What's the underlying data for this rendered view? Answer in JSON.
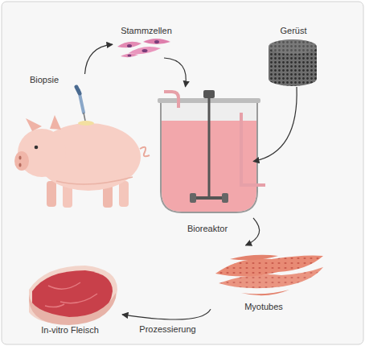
{
  "diagram": {
    "nodes": [
      {
        "text": [
          "Biopsie"
        ]
      },
      {
        "text": [
          "Stammzellen"
        ]
      },
      {
        "text": [
          "Gerüst"
        ]
      },
      {
        "text": [
          "Bioreaktor"
        ]
      },
      {
        "text": [
          "Myotubes"
        ]
      },
      {
        "text": [
          "In-vitro Fleisch"
        ]
      }
    ],
    "edges": [
      {
        "from": 0,
        "to": 1,
        "arrow": "to"
      },
      {
        "from": 1,
        "to": 3,
        "arrow": "to"
      },
      {
        "from": 2,
        "to": 3,
        "arrow": "to"
      },
      {
        "from": 3,
        "to": 4,
        "arrow": "to"
      },
      {
        "from": 4,
        "to": 5,
        "label": "Prozessierung",
        "arrow": "to"
      }
    ]
  }
}
